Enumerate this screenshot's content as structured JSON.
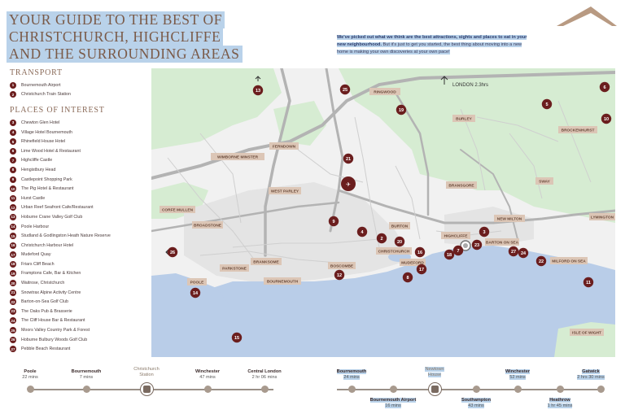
{
  "title": {
    "line1": "YOUR GUIDE TO THE BEST OF",
    "line2": "CHRISTCHURCH, HIGHCLIFFE",
    "line3": "AND THE SURROUNDING AREAS"
  },
  "intro": {
    "bold": "We've picked out what we think are the best attractions, sights and places to eat in your new neighbourhood.",
    "rest": " But it's just to get you started, the best thing about moving into a new home is making your own discoveries at your own pace!"
  },
  "legend": {
    "transport_heading": "TRANSPORT",
    "transport": [
      {
        "num": "1",
        "label": "Bournemouth Airport"
      },
      {
        "num": "2",
        "label": "Christchurch Train Station"
      }
    ],
    "poi_heading": "PLACES OF INTEREST",
    "places": [
      {
        "num": "3",
        "label": "Chewton Glen Hotel"
      },
      {
        "num": "4",
        "label": "Village Hotel Bournemouth"
      },
      {
        "num": "5",
        "label": "Rhinefield House Hotel"
      },
      {
        "num": "6",
        "label": "Lime Wood Hotel & Restaurant"
      },
      {
        "num": "7",
        "label": "Highcliffe Castle"
      },
      {
        "num": "8",
        "label": "Hengistbury Head"
      },
      {
        "num": "9",
        "label": "Castlepoint Shopping Park"
      },
      {
        "num": "10",
        "label": "The Pig Hotel & Restaurant"
      },
      {
        "num": "11",
        "label": "Hurst Castle"
      },
      {
        "num": "12",
        "label": "Urban Reef Seafront Cafe/Restaurant"
      },
      {
        "num": "13",
        "label": "Hoburne Crane Valley Golf Club"
      },
      {
        "num": "14",
        "label": "Poole Harbour"
      },
      {
        "num": "15",
        "label": "Studland & Godlingston Heath Nature Reserve"
      },
      {
        "num": "16",
        "label": "Christchurch Harbour Hotel"
      },
      {
        "num": "17",
        "label": "Mudeford Quay"
      },
      {
        "num": "18",
        "label": "Friars Cliff Beach"
      },
      {
        "num": "19",
        "label": "Framptons Cafe, Bar & Kitchen"
      },
      {
        "num": "20",
        "label": "Waitrose, Christchurch"
      },
      {
        "num": "21",
        "label": "Snowtrax Alpine Activity Centre"
      },
      {
        "num": "22",
        "label": "Barton-on-Sea Golf Club"
      },
      {
        "num": "23",
        "label": "The Oaks Pub & Brasserie"
      },
      {
        "num": "24",
        "label": "The Cliff House Bar & Restaurant"
      },
      {
        "num": "25",
        "label": "Moors Valley Country Park & Forest"
      },
      {
        "num": "26",
        "label": "Hoburne Bulbury Woods Golf Club"
      },
      {
        "num": "27",
        "label": "Pebble Beach Restaurant"
      }
    ]
  },
  "map": {
    "london": "LONDON 2.3hrs",
    "places": {
      "ringwood": "RINGWOOD",
      "burley": "BURLEY",
      "brockenhurst": "BROCKENHURST",
      "wimborne": "WIMBORNE MINSTER",
      "ferndown": "FERNDOWN",
      "west_parley": "WEST PARLEY",
      "bransgore": "BRANSGORE",
      "sway": "SWAY",
      "corfe_mullen": "CORFE MULLEN",
      "broadstone": "BROADSTONE",
      "burton": "BURTON",
      "new_milton": "NEW MILTON",
      "lymington": "LYMINGTON",
      "highcliffe": "HIGHCLIFFE",
      "barton": "BARTON ON SEA",
      "christchurch": "CHRISTCHURCH",
      "milford": "MILFORD ON SEA",
      "mudeford": "MUDEFORD",
      "boscombe": "BOSCOMBE",
      "branksome": "BRANKSOME",
      "parkstone": "PARKSTONE",
      "bournemouth": "BOURNEMOUTH",
      "poole": "POOLE",
      "isle_of_wight": "ISLE OF WIGHT"
    },
    "colors": {
      "land": "#d8edd4",
      "urban": "#eeeeee",
      "sea": "#b9cdea",
      "road": "#b0b0b0",
      "marker": "#6b1e1e",
      "label_bg": "#d9c3b4"
    }
  },
  "travel_left": {
    "stops": [
      {
        "name": "Poole",
        "time": "22 mins"
      },
      {
        "name": "Bournemouth",
        "time": "7 mins"
      },
      {
        "name": "Christchurch Station",
        "time": ""
      },
      {
        "name": "Winchester",
        "time": "47 mins"
      },
      {
        "name": "Central London",
        "time": "2 hr 06 mins"
      }
    ],
    "station_line1": "Christchurch",
    "station_line2": "Station"
  },
  "travel_right": {
    "stops_top": [
      {
        "name": "Bournemouth",
        "time": "24 mins"
      },
      {
        "name": "Winchester",
        "time": "52 mins"
      },
      {
        "name": "Gatwick",
        "time": "2 hrs 30 mins"
      }
    ],
    "stops_bottom": [
      {
        "name": "Bournemouth Airport",
        "time": "16 mins"
      },
      {
        "name": "Southampton",
        "time": "43 mins"
      },
      {
        "name": "Heathrow",
        "time": "1 hr 45 mins"
      }
    ],
    "home_line1": "Newtown",
    "home_line2": "House"
  }
}
